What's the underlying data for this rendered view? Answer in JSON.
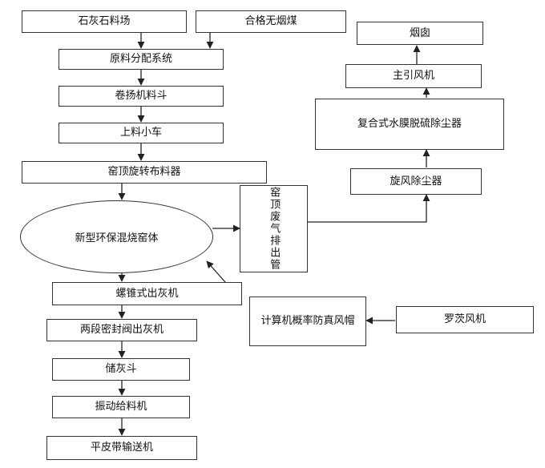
{
  "nodes": {
    "limestone_yard": "石灰石料场",
    "smokeless_coal": "合格无烟煤",
    "raw_material_distribution": "原料分配系统",
    "hoist_hopper": "卷扬机料斗",
    "charging_car": "上料小车",
    "top_rotary_distributor": "窑顶旋转布料器",
    "kiln_body": "新型环保混烧窑体",
    "top_exhaust_pipe": "窑顶废气排出管",
    "screw_ash_discharger": "螺锥式出灰机",
    "two_stage_valve_discharger": "两段密封阀出灰机",
    "ash_hopper": "储灰斗",
    "vibrating_feeder": "振动给料机",
    "flat_belt_conveyor": "平皮带输送机",
    "chimney": "烟囱",
    "main_induced_fan": "主引风机",
    "wet_membrane_scrubber": "复合式水膜脱硫除尘器",
    "cyclone_collector": "旋风除尘器",
    "probabilistic_windcap": "计算机概率防真风帽",
    "roots_blower": "罗茨风机"
  }
}
